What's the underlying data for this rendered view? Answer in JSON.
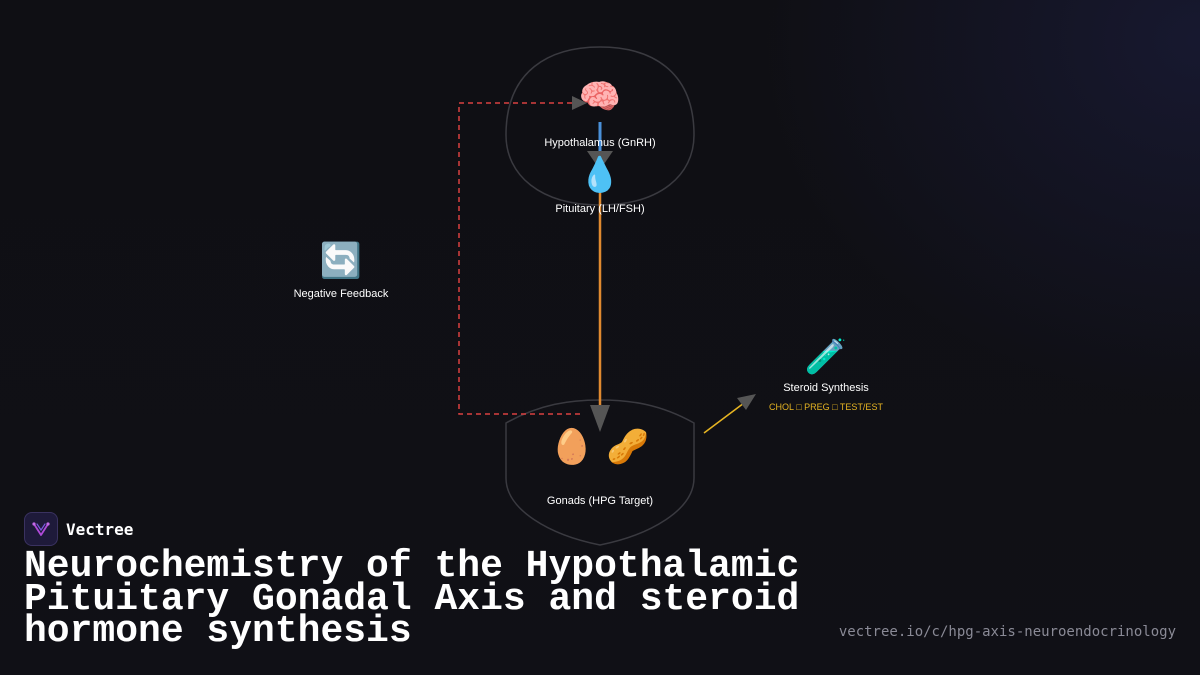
{
  "diagram": {
    "nodes": {
      "hypothalamus": {
        "icon": "🧠",
        "label": "Hypothalamus (GnRH)"
      },
      "pituitary": {
        "icon": "💧",
        "label": "Pituitary (LH/FSH)"
      },
      "feedback": {
        "icon": "🔄",
        "label": "Negative Feedback"
      },
      "gonads": {
        "icon_left": "🥚",
        "icon_right": "🥜",
        "label": "Gonads (HPG Target)"
      },
      "steroid": {
        "icon": "🧪",
        "label": "Steroid Synthesis",
        "pathway": "CHOL □ PREG □ TEST/EST"
      }
    },
    "colors": {
      "gnrh_arrow": "#4a90d9",
      "lh_arrow": "#e08a30",
      "feedback_arrow": "#d94040",
      "synthesis_arrow": "#e6b422",
      "region_outline": "#3a3a40",
      "arrowhead": "#555555"
    }
  },
  "brand": {
    "name": "Vectree"
  },
  "title": "Neurochemistry of the Hypothalamic Pituitary Gonadal Axis and steroid hormone synthesis",
  "url": "vectree.io/c/hpg-axis-neuroendocrinology"
}
